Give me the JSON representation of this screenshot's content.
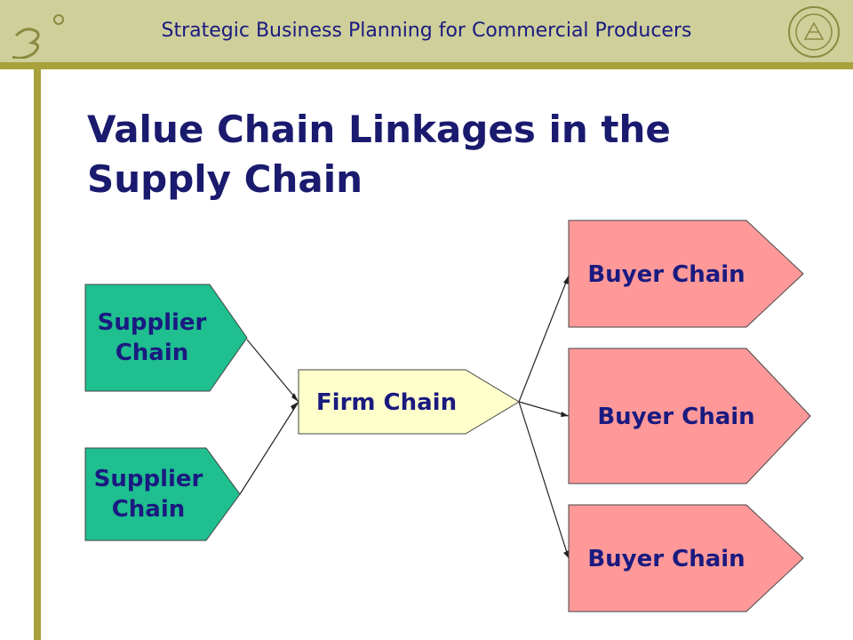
{
  "header": {
    "title": "Strategic Business Planning for Commercial Producers"
  },
  "slide": {
    "title": "Value Chain Linkages in the Supply Chain"
  },
  "diagram": {
    "suppliers": [
      {
        "label_line1": "Supplier",
        "label_line2": "Chain"
      },
      {
        "label_line1": "Supplier",
        "label_line2": "Chain"
      }
    ],
    "firm": {
      "label": "Firm Chain"
    },
    "buyers": [
      {
        "label": "Buyer Chain"
      },
      {
        "label": "Buyer Chain"
      },
      {
        "label": "Buyer Chain"
      }
    ],
    "colors": {
      "supplier_fill": "#1fbf8f",
      "firm_fill": "#ffffcc",
      "buyer_fill": "#ff9999",
      "text": "#1a1a80",
      "outline": "#333333"
    }
  }
}
